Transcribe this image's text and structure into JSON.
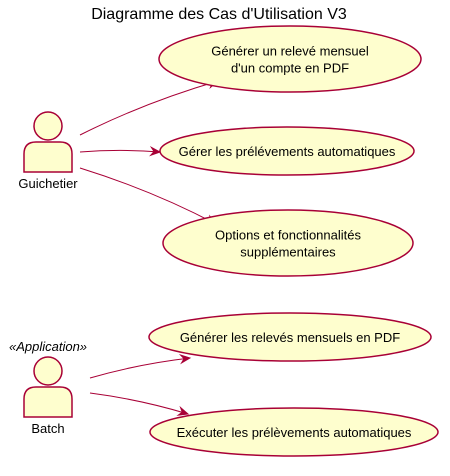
{
  "title": "Diagramme des Cas d'Utilisation V3",
  "colors": {
    "fill": "#fefece",
    "stroke": "#a80036",
    "text": "#000000",
    "background": "#ffffff"
  },
  "actors": [
    {
      "id": "guichetier",
      "label": "Guichetier",
      "stereotype": ""
    },
    {
      "id": "batch",
      "label": "Batch",
      "stereotype": "«Application»"
    }
  ],
  "use_cases": [
    {
      "id": "uc1",
      "lines": [
        "Générer un relevé mensuel",
        "d'un compte en PDF"
      ]
    },
    {
      "id": "uc2",
      "lines": [
        "Gérer les prélévements automatiques"
      ]
    },
    {
      "id": "uc3",
      "lines": [
        "Options et fonctionnalités",
        "supplémentaires"
      ]
    },
    {
      "id": "uc4",
      "lines": [
        "Générer les relevés mensuels en PDF"
      ]
    },
    {
      "id": "uc5",
      "lines": [
        "Exécuter les prélèvements automatiques"
      ]
    }
  ],
  "associations": [
    {
      "from": "guichetier",
      "to": "uc1"
    },
    {
      "from": "guichetier",
      "to": "uc2"
    },
    {
      "from": "guichetier",
      "to": "uc3"
    },
    {
      "from": "batch",
      "to": "uc4"
    },
    {
      "from": "batch",
      "to": "uc5"
    }
  ]
}
